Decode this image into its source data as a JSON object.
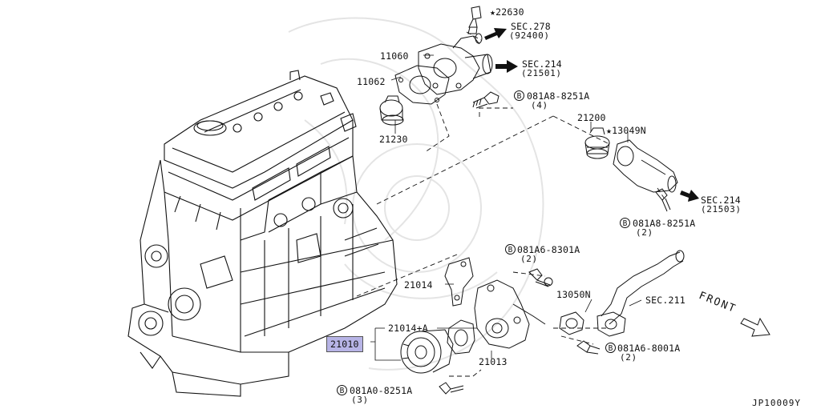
{
  "labels": {
    "p22630": "★22630",
    "sec278": "SEC.278",
    "sec278_sub": "(92400)",
    "p11060": "11060",
    "sec214a": "SEC.214",
    "sec214a_sub": "(21501)",
    "p11062": "11062",
    "bolt1": "081A8-8251A",
    "bolt1_qty": "(4)",
    "p21230": "21230",
    "p21200": "21200",
    "p13049n": "★13049N",
    "sec214b": "SEC.214",
    "sec214b_sub": "(21503)",
    "bolt2": "081A8-8251A",
    "bolt2_qty": "(2)",
    "bolt3": "081A6-8301A",
    "bolt3_qty": "(2)",
    "p21014": "21014",
    "p13050n": "13050N",
    "sec211": "SEC.211",
    "p21014a": "21014+A",
    "p21010": "21010",
    "bolt4": "081A6-8001A",
    "bolt4_qty": "(2)",
    "p21013": "21013",
    "bolt5": "081A0-8251A",
    "bolt5_qty": "(3)",
    "front": "FRONT",
    "code": "JP10009Y",
    "b": "B"
  },
  "colors": {
    "highlight": "#b7b4e6",
    "line": "#111111"
  }
}
